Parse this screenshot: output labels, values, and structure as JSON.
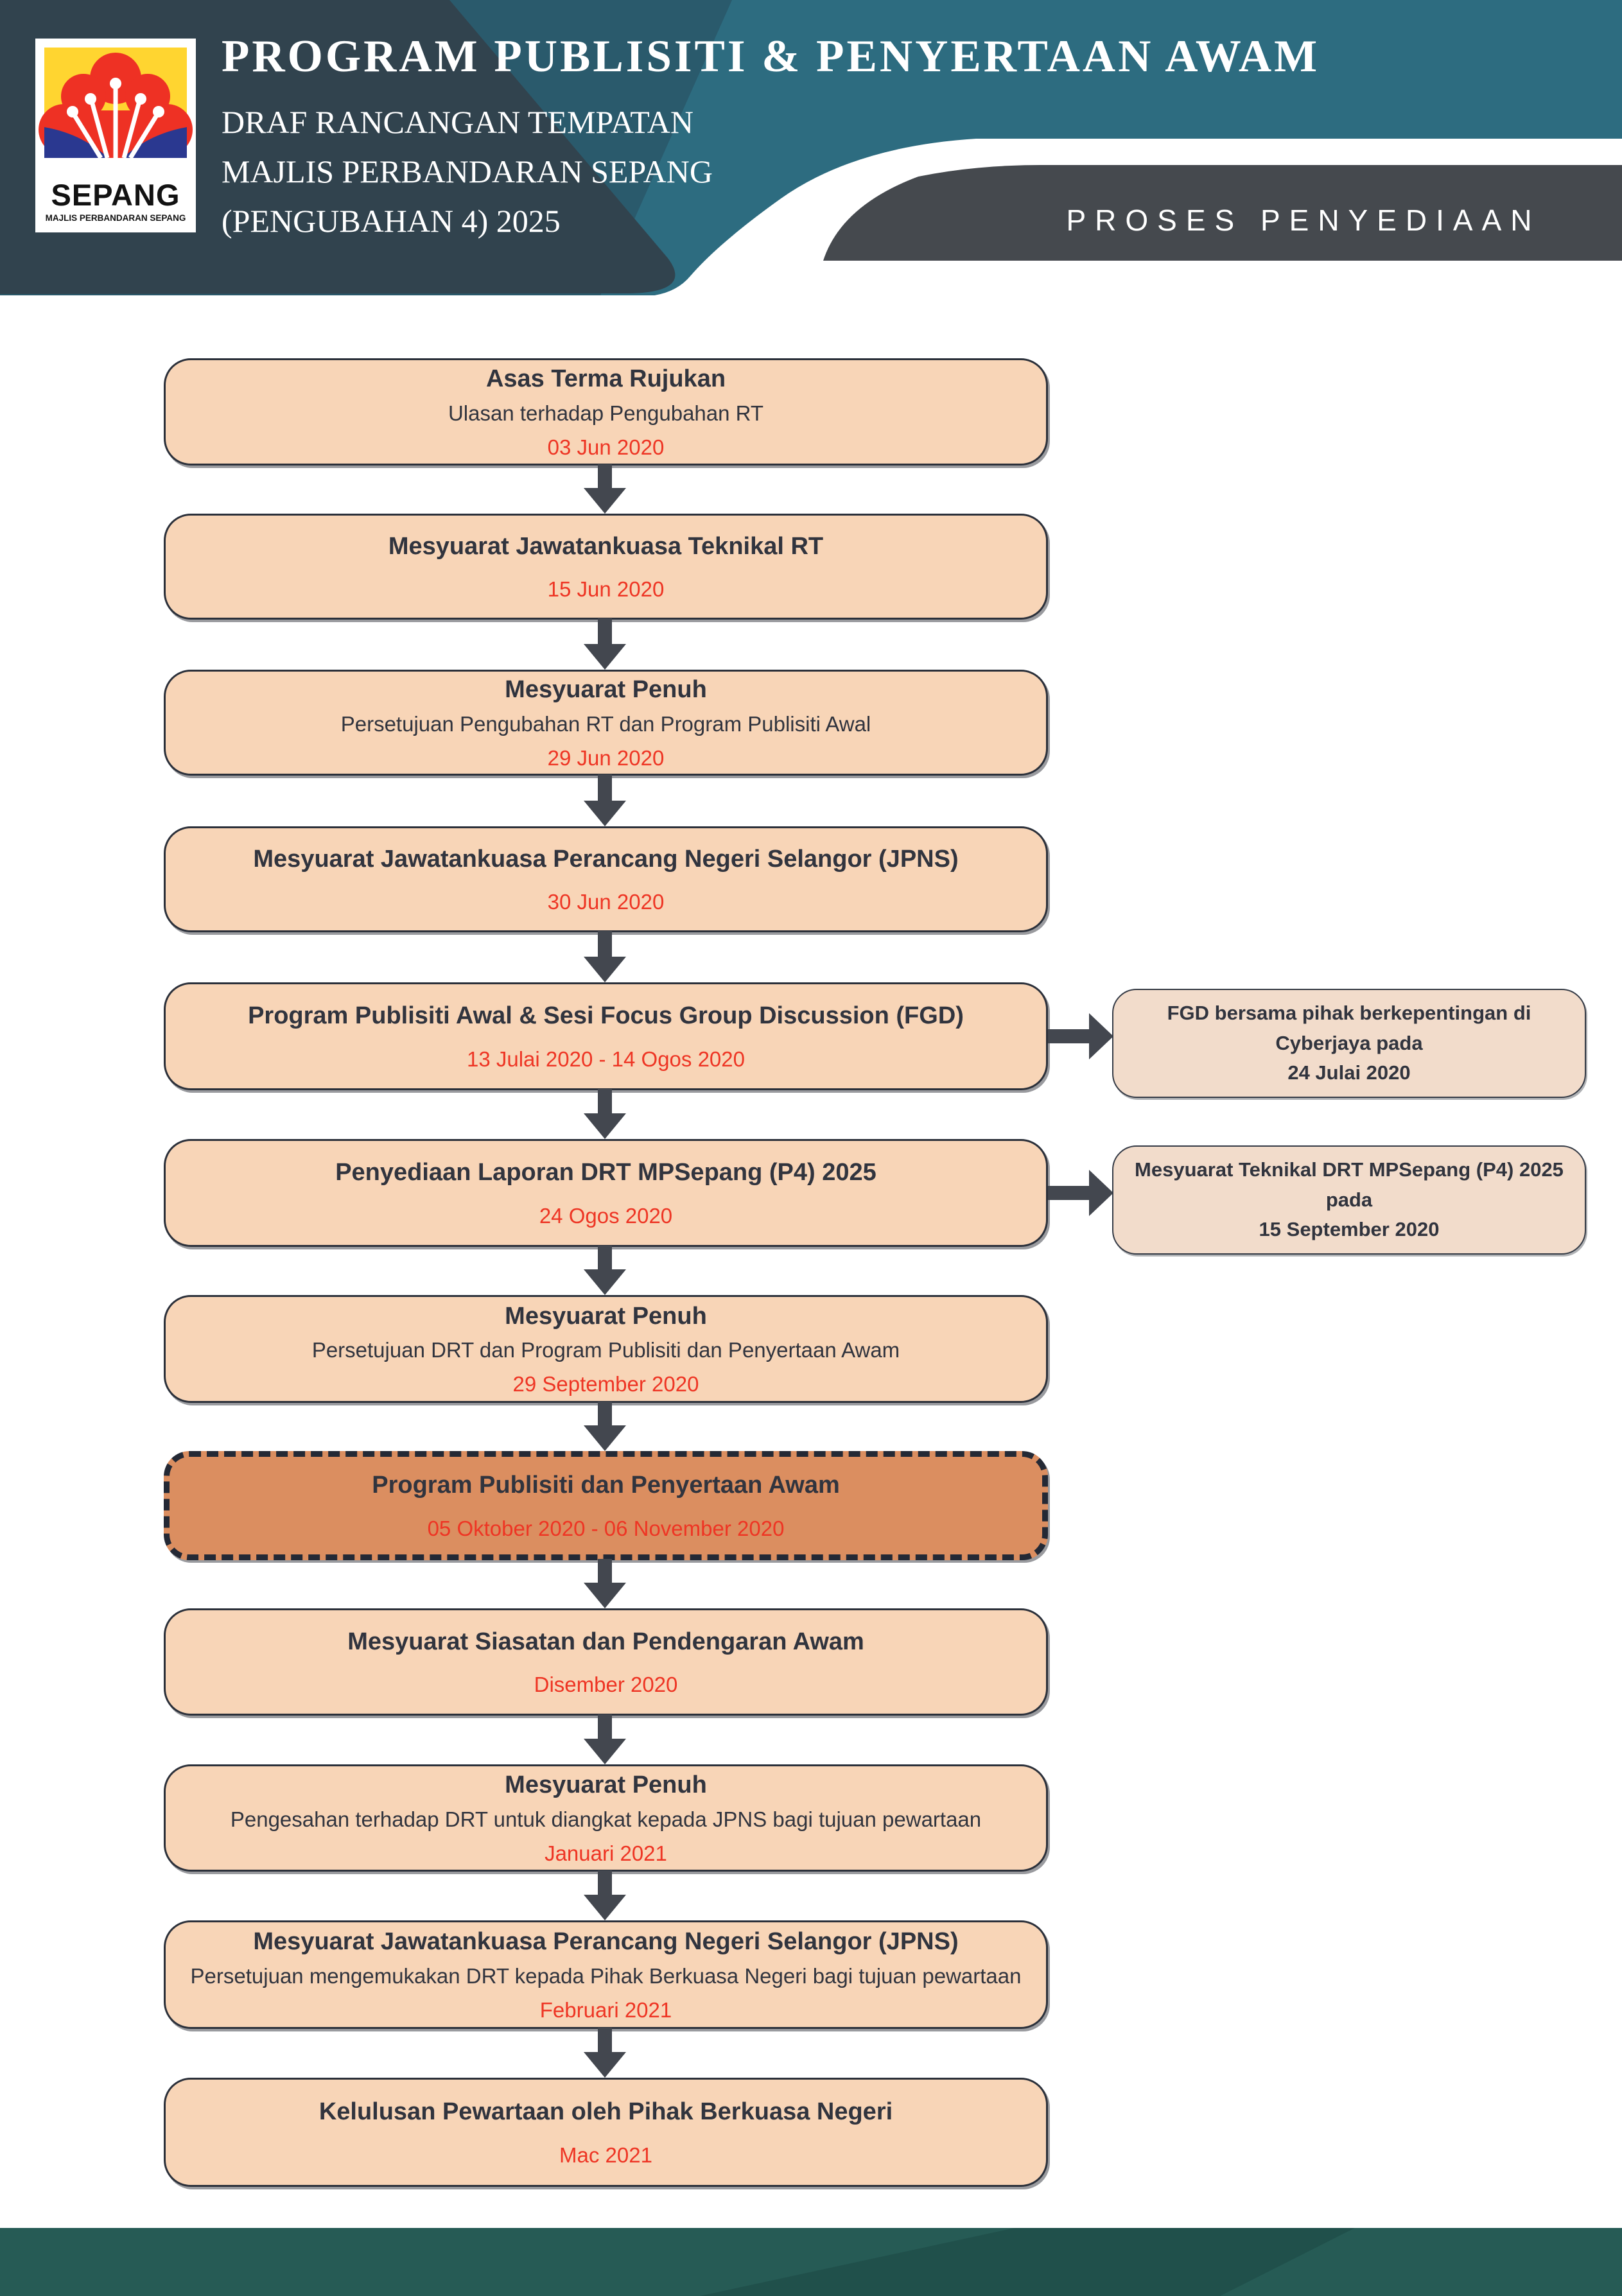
{
  "header": {
    "title": "PROGRAM PUBLISITI & PENYERTAAN AWAM",
    "subtitle_lines": [
      "DRAF RANCANGAN TEMPATAN",
      "MAJLIS PERBANDARAN SEPANG",
      "(PENGUBAHAN 4) 2025"
    ],
    "section_label": "PROSES PENYEDIAAN",
    "logo": {
      "name": "SEPANG",
      "caption": "MAJLIS PERBANDARAN SEPANG"
    }
  },
  "colors": {
    "header_teal": "#2D6C80",
    "header_mid_teal": "#2A5A6C",
    "header_slate": "#31434E",
    "section_band_gray": "#45494E",
    "box_fill": "#F8D5B7",
    "side_box_fill": "#F2DCCB",
    "highlight_fill": "#DB8E60",
    "border_dark": "#2B303A",
    "arrow": "#43474F",
    "date_red": "#EE3524",
    "footer_teal": "#265B55",
    "logo_yellow": "#FFD530",
    "logo_red": "#EE3124",
    "logo_blue": "#2A3890"
  },
  "flow": {
    "steps": [
      {
        "title": "Asas Terma Rujukan",
        "detail": "Ulasan terhadap Pengubahan RT",
        "date": "03 Jun 2020"
      },
      {
        "title": "Mesyuarat Jawatankuasa Teknikal RT",
        "detail": "",
        "date": "15 Jun 2020"
      },
      {
        "title": "Mesyuarat Penuh",
        "detail": "Persetujuan Pengubahan RT dan Program Publisiti Awal",
        "date": "29 Jun 2020"
      },
      {
        "title": "Mesyuarat Jawatankuasa Perancang Negeri Selangor (JPNS)",
        "detail": "",
        "date": "30 Jun 2020"
      },
      {
        "title": "Program Publisiti Awal & Sesi Focus Group Discussion (FGD)",
        "detail": "",
        "date": "13 Julai 2020 - 14 Ogos 2020"
      },
      {
        "title": "Penyediaan Laporan DRT MPSepang (P4) 2025",
        "detail": "",
        "date": "24 Ogos 2020"
      },
      {
        "title": "Mesyuarat Penuh",
        "detail": "Persetujuan DRT dan Program Publisiti dan Penyertaan Awam",
        "date": "29 September 2020"
      },
      {
        "title": "Program Publisiti dan Penyertaan Awam",
        "detail": "",
        "date": "05 Oktober 2020 - 06 November 2020",
        "highlight": true
      },
      {
        "title": "Mesyuarat Siasatan dan Pendengaran Awam",
        "detail": "",
        "date": "Disember 2020"
      },
      {
        "title": "Mesyuarat Penuh",
        "detail": "Pengesahan terhadap DRT untuk diangkat kepada JPNS bagi tujuan pewartaan",
        "date": "Januari 2021"
      },
      {
        "title": "Mesyuarat Jawatankuasa Perancang Negeri Selangor (JPNS)",
        "detail": "Persetujuan mengemukakan DRT kepada Pihak Berkuasa Negeri bagi tujuan pewartaan",
        "date": "Februari 2021"
      },
      {
        "title": "Kelulusan Pewartaan oleh Pihak Berkuasa Negeri",
        "detail": "",
        "date": "Mac 2021"
      }
    ],
    "side_notes": [
      {
        "text": "FGD bersama pihak berkepentingan di Cyberjaya pada",
        "date": "24 Julai 2020"
      },
      {
        "text": "Mesyuarat Teknikal DRT MPSepang (P4) 2025 pada",
        "date": "15 September 2020"
      }
    ]
  }
}
